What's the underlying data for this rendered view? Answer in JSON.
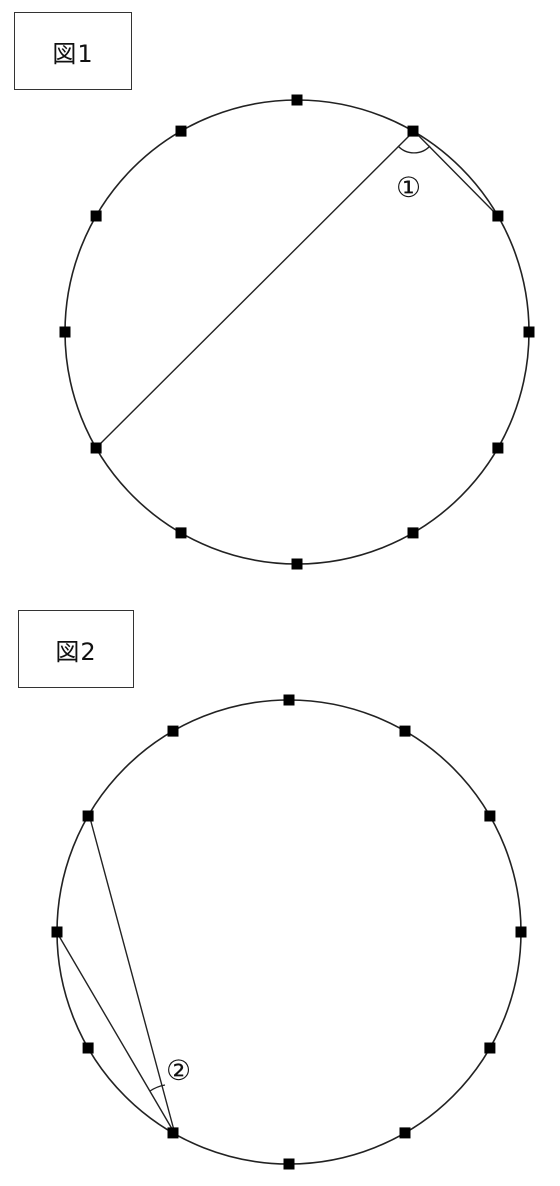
{
  "figure1": {
    "label": "図1",
    "angle_label": "①",
    "points": 12
  },
  "figure2": {
    "label": "図2",
    "angle_label": "②",
    "points": 12
  }
}
